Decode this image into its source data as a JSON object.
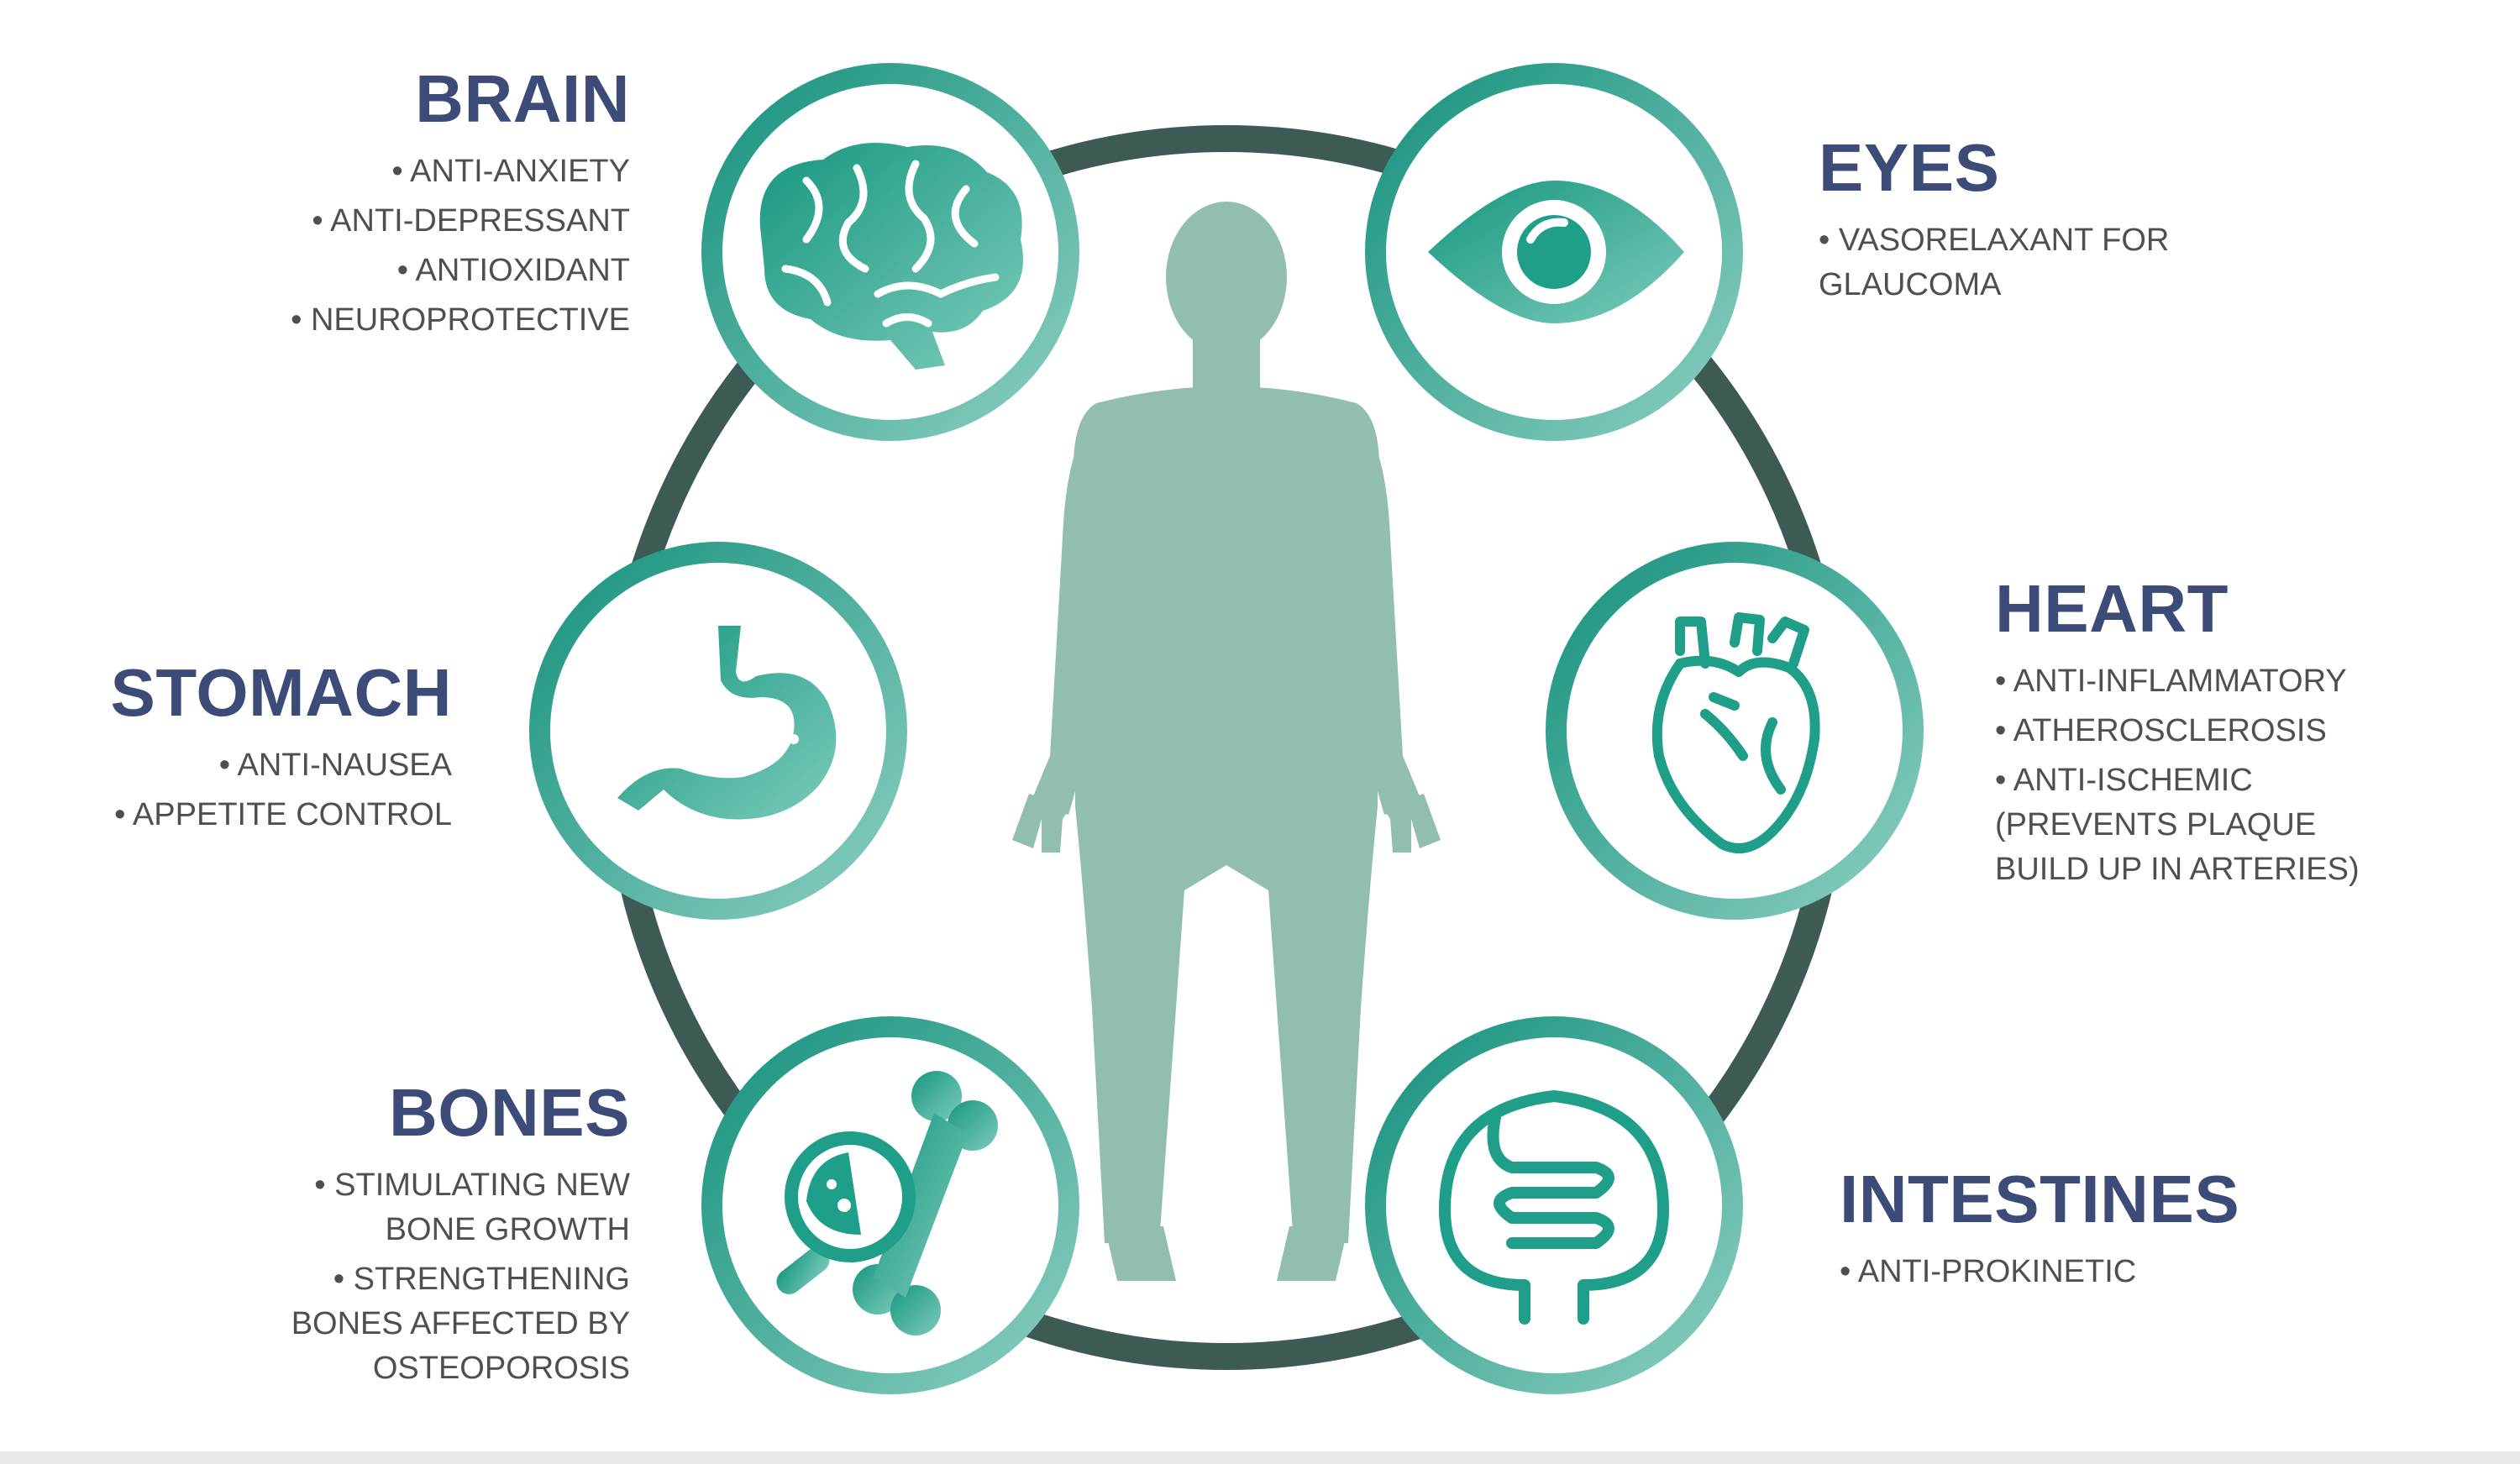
{
  "colors": {
    "teal": "#1f9e8a",
    "teal_light": "#8ed0c2",
    "ring_dark": "#3d5a54",
    "body_fill": "#92bdb1",
    "title": "#3d4b78",
    "text": "#4f4f4f"
  },
  "organs": {
    "brain": {
      "icon": "brain-icon",
      "title": "BRAIN",
      "effects": [
        "• ANTI-ANXIETY",
        "• ANTI-DEPRESSANT",
        "• ANTIOXIDANT",
        "• NEUROPROTECTIVE"
      ]
    },
    "eyes": {
      "icon": "eye-icon",
      "title": "EYES",
      "effects": [
        "• VASORELAXANT FOR\nGLAUCOMA"
      ]
    },
    "stomach": {
      "icon": "stomach-icon",
      "title": "STOMACH",
      "effects": [
        "• ANTI-NAUSEA",
        "• APPETITE CONTROL"
      ]
    },
    "heart": {
      "icon": "heart-icon",
      "title": "HEART",
      "effects": [
        "• ANTI-INFLAMMATORY",
        "• ATHEROSCLEROSIS",
        "• ANTI-ISCHEMIC\n(PREVENTS PLAQUE\nBUILD UP IN ARTERIES)"
      ]
    },
    "bones": {
      "icon": "bone-icon",
      "title": "BONES",
      "effects": [
        "• STIMULATING NEW\nBONE GROWTH",
        "• STRENGTHENING\nBONES AFFECTED BY\nOSTEOPOROSIS"
      ]
    },
    "intestines": {
      "icon": "intestines-icon",
      "title": "INTESTINES",
      "effects": [
        "• ANTI-PROKINETIC"
      ]
    }
  }
}
